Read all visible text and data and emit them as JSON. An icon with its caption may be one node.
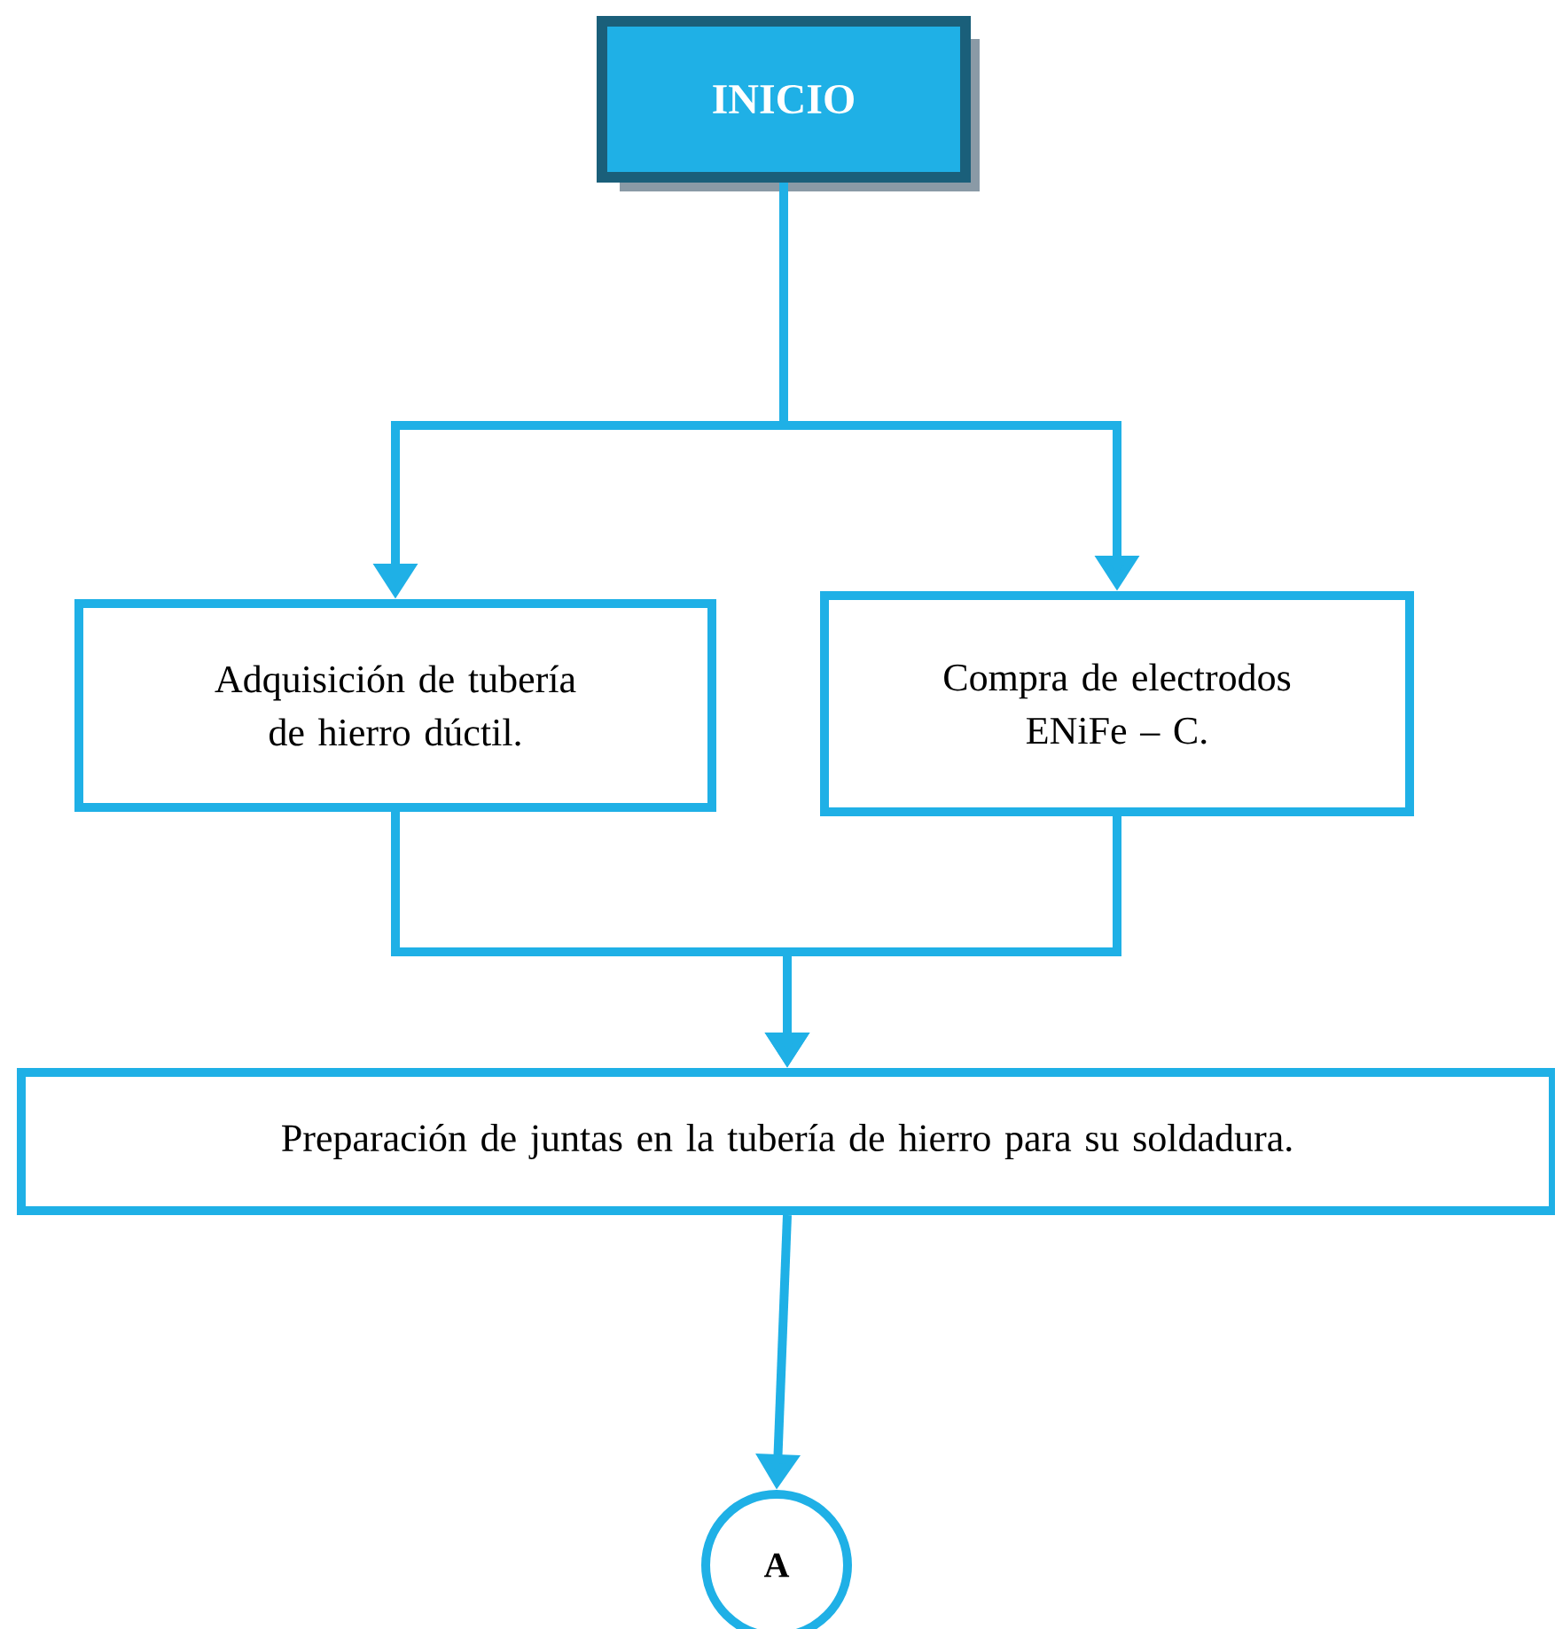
{
  "diagram": {
    "nodes": [
      {
        "text": [
          "INICIO"
        ]
      },
      {
        "text": [
          "Adquisición de tubería de hierro dúctil."
        ]
      },
      {
        "text": [
          "Compra de electrodos ENiFe – C."
        ]
      },
      {
        "text": [
          "Preparación de juntas en la tubería de hierro para su soldadura."
        ]
      },
      {
        "text": [
          "A"
        ]
      }
    ],
    "edges": [
      {
        "from": 0,
        "to": 1,
        "arrow": "to"
      },
      {
        "from": 0,
        "to": 2,
        "arrow": "to"
      },
      {
        "from": 1,
        "to": 3,
        "arrow": "to"
      },
      {
        "from": 2,
        "to": 3,
        "arrow": "to"
      },
      {
        "from": 3,
        "to": 4,
        "arrow": "to"
      }
    ]
  }
}
